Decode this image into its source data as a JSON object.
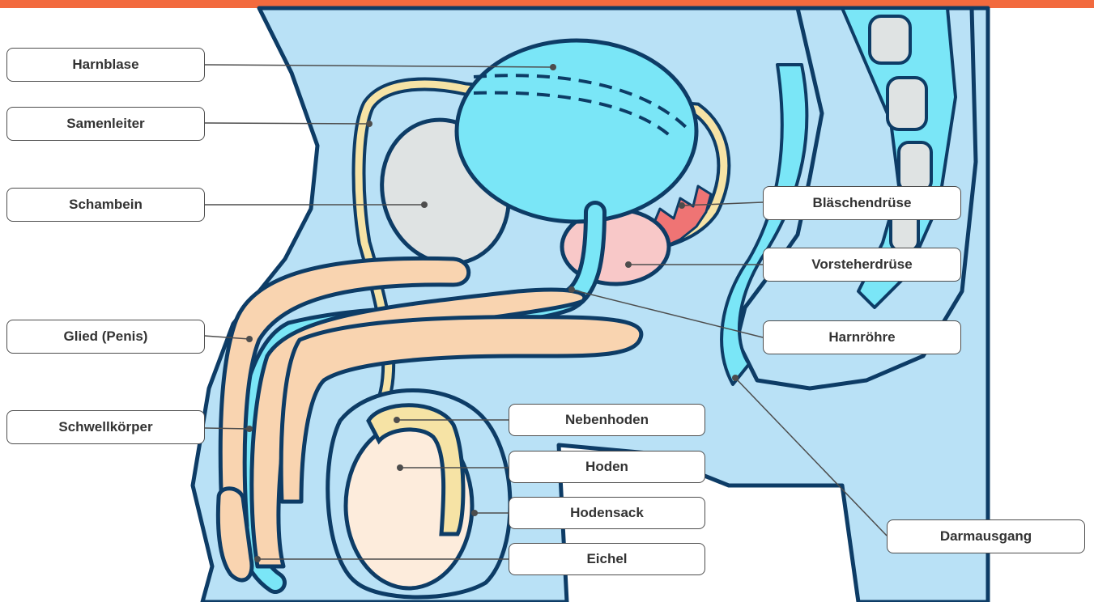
{
  "colors": {
    "top_bar": "#f26a3e",
    "outline": "#0d3c66",
    "body_fill": "#b9e1f6",
    "organ_cyan": "#7ae6f7",
    "bone_fill": "#dfe3e3",
    "vas_yellow": "#f6e3a5",
    "penis_peach": "#f9d4b0",
    "testis_cream": "#fdecdc",
    "prostate_pink": "#f8c8c8",
    "vesicle_red": "#ef7474",
    "leader_line": "#4d4d4d"
  },
  "labels": {
    "harnblase": "Harnblase",
    "samenleiter": "Samenleiter",
    "schambein": "Schambein",
    "glied": "Glied (Penis)",
    "schwellkoerper": "Schwellkörper",
    "blaeschendruese": "Bläschendrüse",
    "vorsteherdruese": "Vorsteherdrüse",
    "harnroehre": "Harnröhre",
    "nebenhoden": "Nebenhoden",
    "hoden": "Hoden",
    "hodensack": "Hodensack",
    "eichel": "Eichel",
    "darmausgang": "Darmausgang"
  }
}
